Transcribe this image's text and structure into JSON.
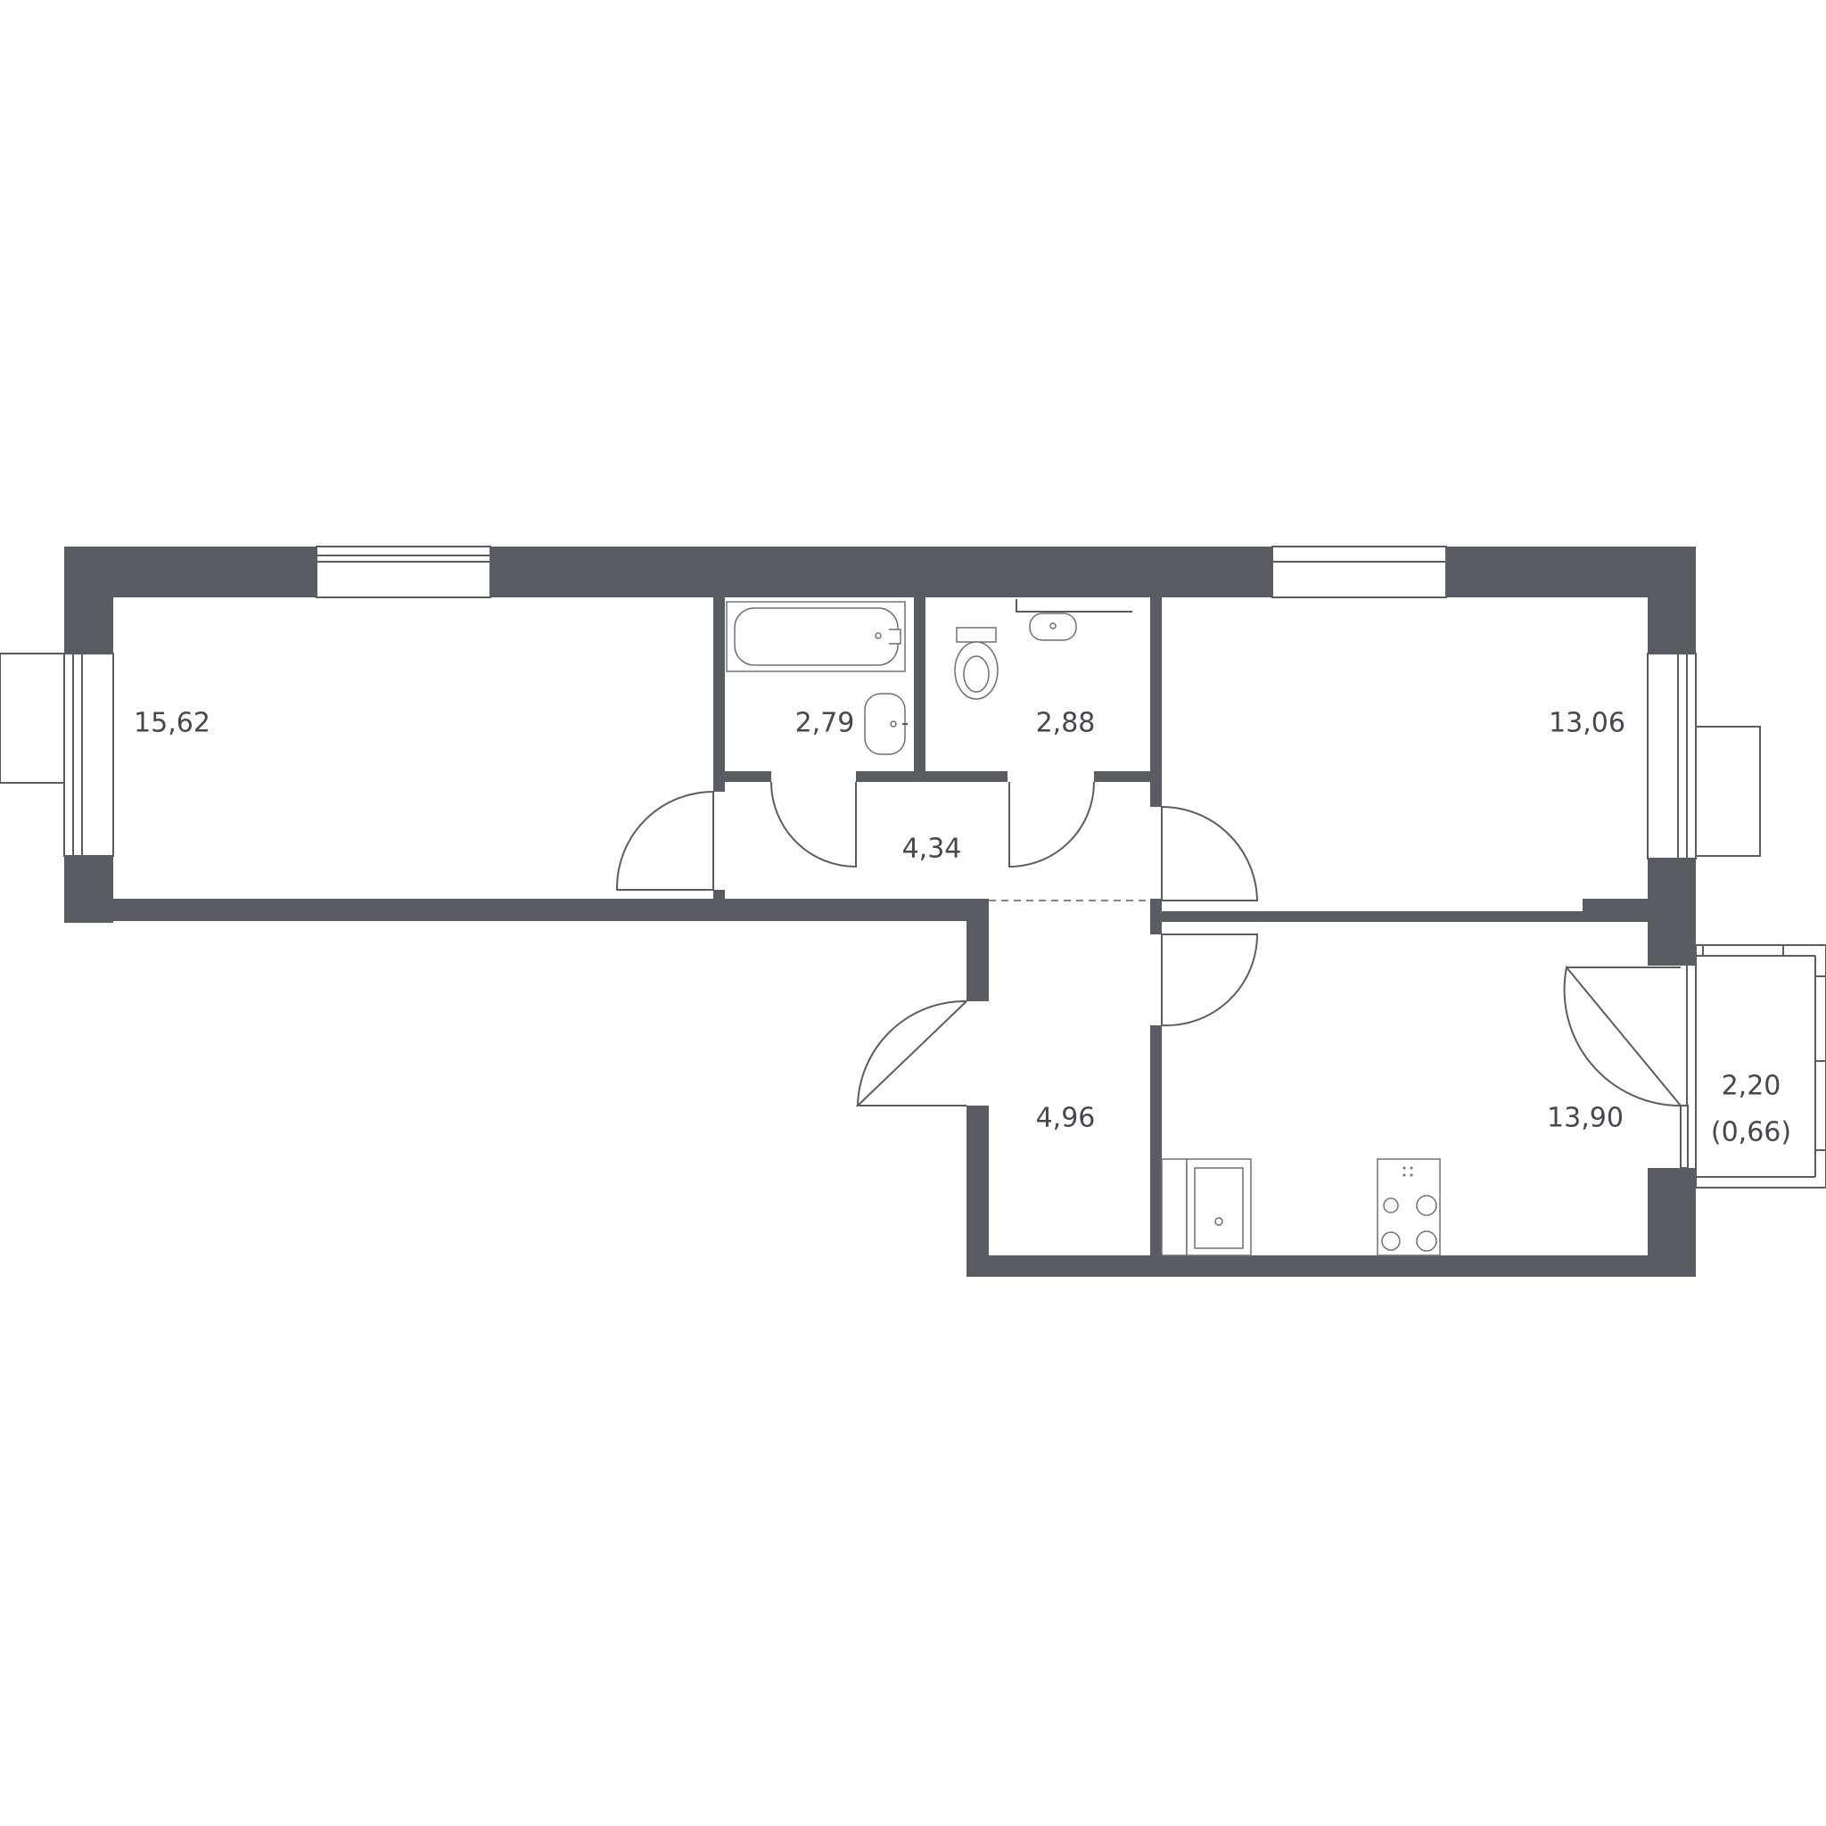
{
  "plan": {
    "colors": {
      "wall": "#5a5c64",
      "label": "#45474f",
      "background": "#ffffff"
    },
    "rooms": [
      {
        "id": "room-left",
        "area": "15,62"
      },
      {
        "id": "bathroom",
        "area": "2,79"
      },
      {
        "id": "toilet",
        "area": "2,88"
      },
      {
        "id": "room-right",
        "area": "13,06"
      },
      {
        "id": "corridor",
        "area": "4,34"
      },
      {
        "id": "hall",
        "area": "4,96"
      },
      {
        "id": "kitchen",
        "area": "13,90"
      },
      {
        "id": "balcony",
        "area": "2,20",
        "area_reduced": "(0,66)"
      }
    ]
  }
}
